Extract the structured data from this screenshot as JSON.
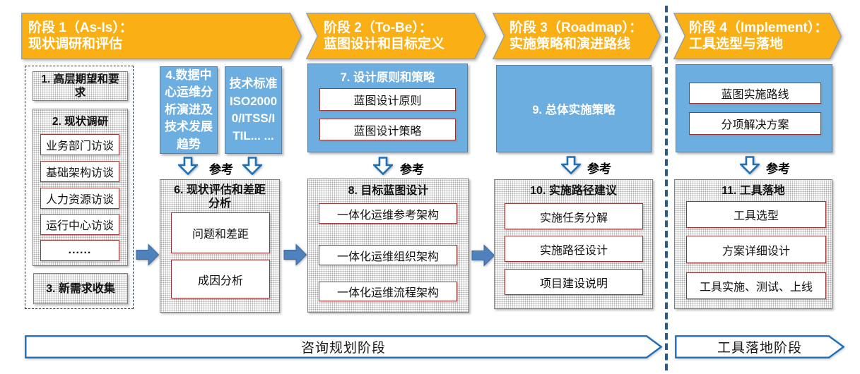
{
  "labels": {
    "reference": "参考"
  },
  "banners": [
    {
      "line1": "阶段 1（As-Is）：",
      "line2": "现状调研和评估"
    },
    {
      "line1": "阶段 2（To-Be）：",
      "line2": "蓝图设计和目标定义"
    },
    {
      "line1": "阶段 3（Roadmap）：",
      "line2": "实施策略和演进路线"
    },
    {
      "line1": "阶段 4（Implement）：",
      "line2": "工具选型与落地"
    }
  ],
  "columns": {
    "asis": {
      "expectations_box": "1. 高层期望和要求",
      "survey_title": "2. 现状调研",
      "survey_items": [
        "业务部门访谈",
        "基础架构访谈",
        "人力资源访谈",
        "运行中心访谈",
        "......"
      ],
      "new_requirements_box": "3. 新需求收集"
    },
    "assessment": {
      "trend_box": "4.数据中心运维分析演进及技术发展趋势",
      "standards_box": "技术标准ISO20000/ITSS/ITIL... ...",
      "gap_title": "6. 现状评估和差距分析",
      "gap_items": [
        "问题和差距",
        "成因分析"
      ]
    },
    "design": {
      "principles_title": "7. 设计原则和策略",
      "principles_items": [
        "蓝图设计原则",
        "蓝图设计策略"
      ],
      "blueprint_title": "8. 目标蓝图设计",
      "blueprint_items": [
        "一体化运维参考架构",
        "一体化运维组织架构",
        "一体化运维流程架构"
      ]
    },
    "roadmap": {
      "strategy_box": "9. 总体实施策略",
      "path_title": "10. 实施路径建议",
      "path_items": [
        "实施任务分解",
        "实施路径设计",
        "项目建设说明"
      ]
    },
    "implement": {
      "input_items": [
        "蓝图实施路线",
        "分项解决方案"
      ],
      "landing_title": "11. 工具落地",
      "landing_items": [
        "工具选型",
        "方案详细设计",
        "工具实施、测试、上线"
      ]
    }
  },
  "footer": {
    "consulting_stage": "咨询规划阶段",
    "implementation_stage": "工具落地阶段"
  },
  "colors": {
    "banner_orange": "#FAAF14",
    "box_blue": "#6CAEE0",
    "solid_arrow_blue": "#4F81BD",
    "outline_arrow_blue": "#1F6FB5",
    "divider_blue": "#2A5B89",
    "maroon_border": "#953735"
  }
}
